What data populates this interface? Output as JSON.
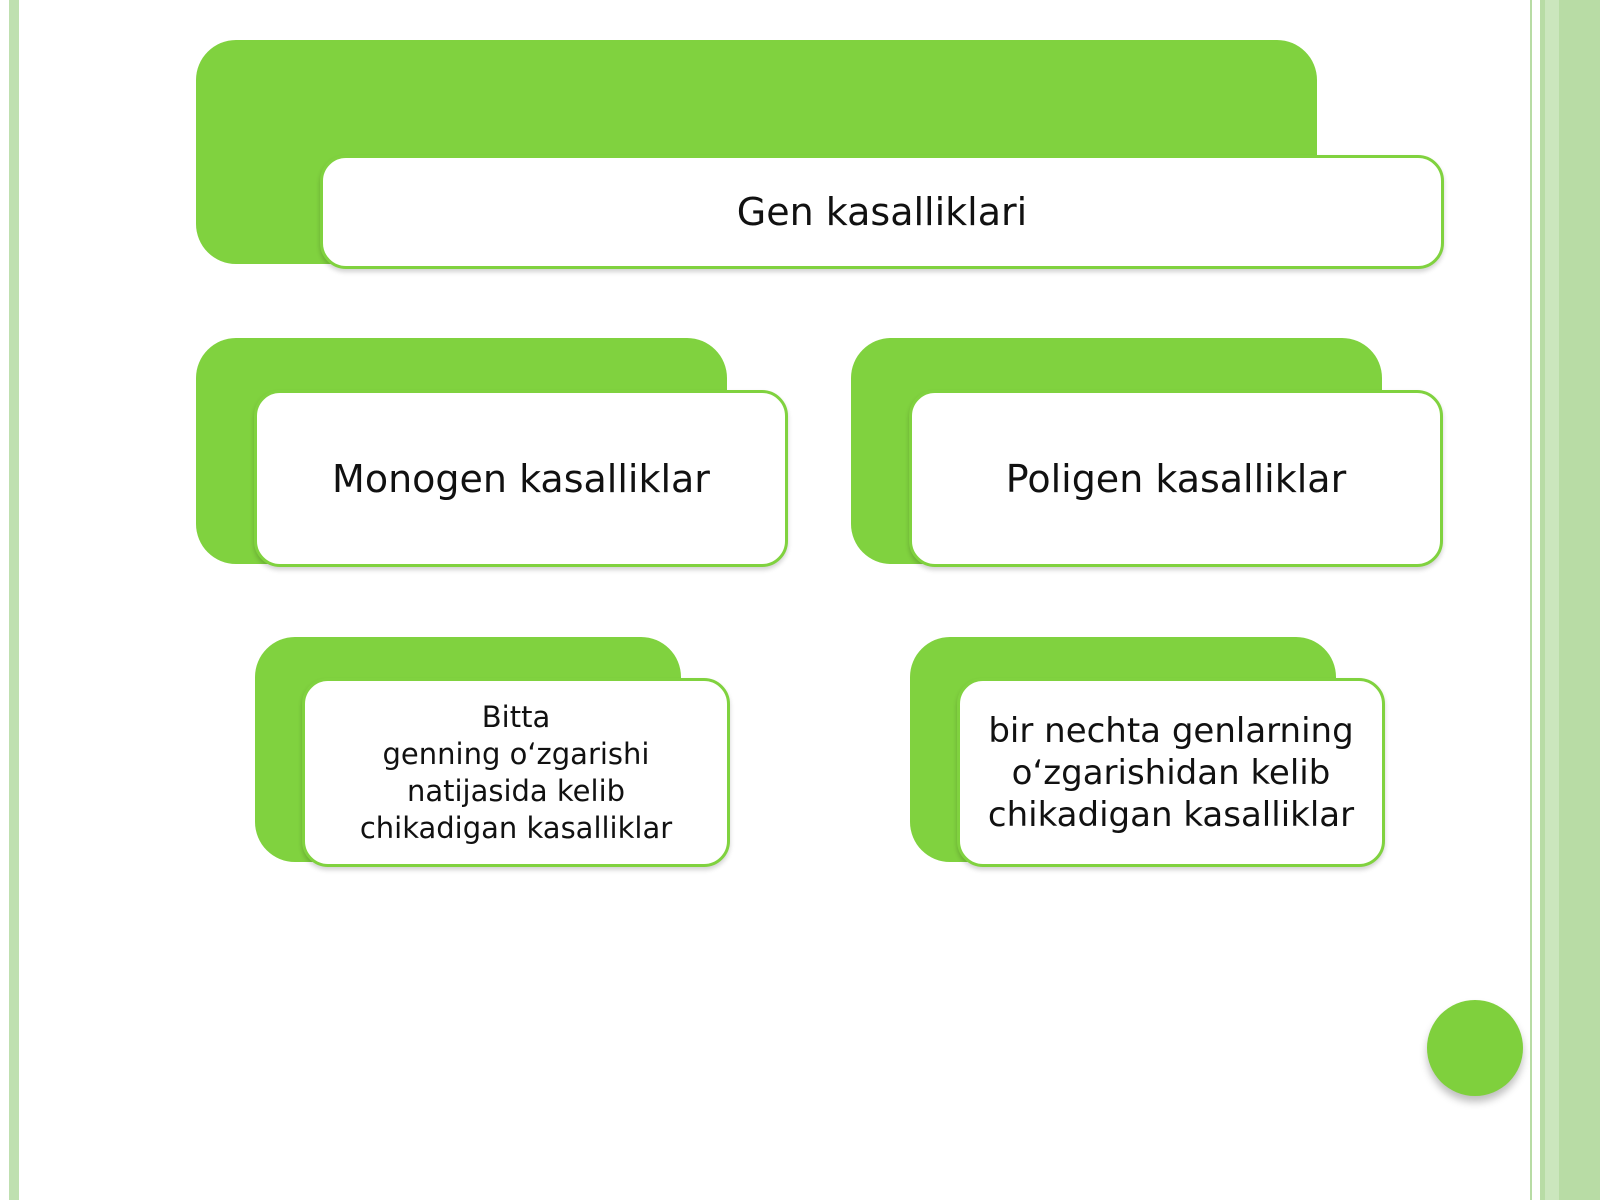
{
  "diagram": {
    "root": {
      "label": "Gen kasalliklari"
    },
    "categories": [
      {
        "label": "Monogen kasalliklar",
        "description_lines": [
          "Bitta",
          "genning o‘zgarishi",
          "natijasida kelib",
          "chikadigan kasalliklar"
        ]
      },
      {
        "label": "Poligen kasalliklar",
        "description_lines": [
          "bir nechta genlarning",
          "o‘zgarishidan kelib",
          "chikadigan kasalliklar"
        ]
      }
    ]
  },
  "colors": {
    "accent_green": "#80d23f",
    "frame_green": "#b8dca5",
    "card_fill": "#ffffff"
  }
}
